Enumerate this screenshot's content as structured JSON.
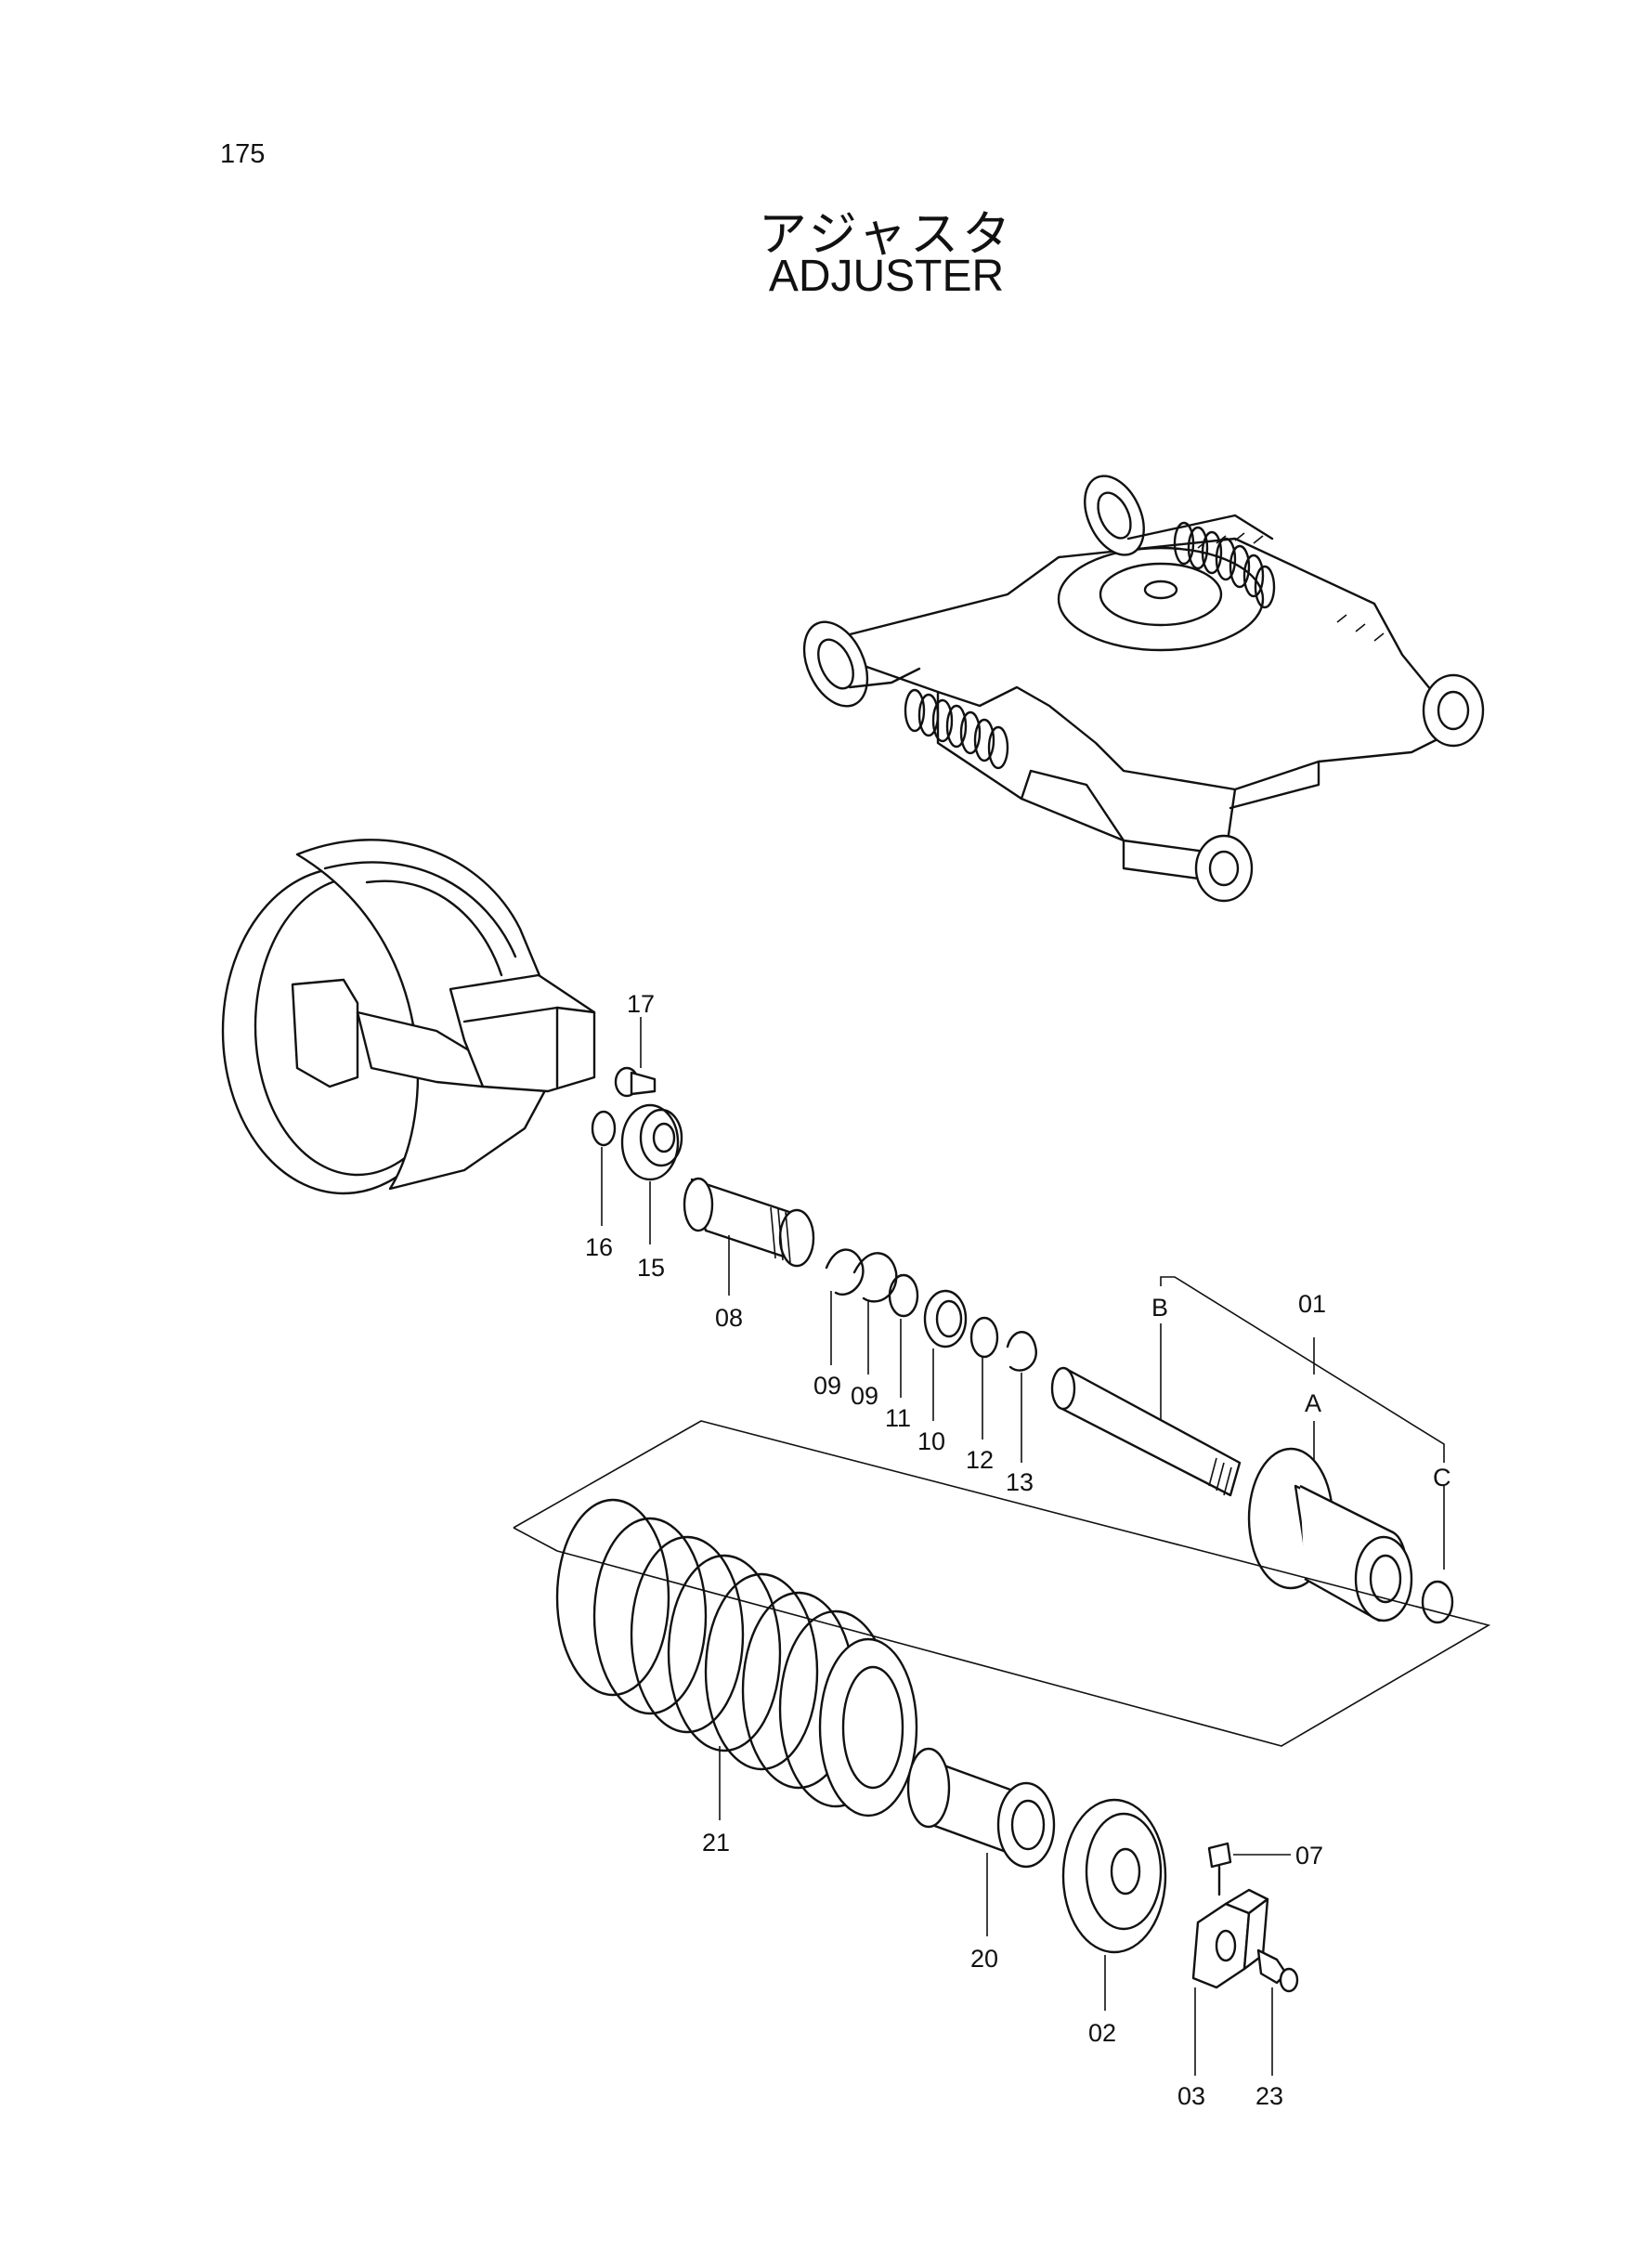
{
  "page_number": "175",
  "title_japanese": "アジャスタ",
  "title_english": "ADJUSTER",
  "labels": {
    "p01": "01",
    "p02": "02",
    "p03": "03",
    "p07": "07",
    "p08": "08",
    "p09a": "09",
    "p09b": "09",
    "p10": "10",
    "p11": "11",
    "p12": "12",
    "p13": "13",
    "p15": "15",
    "p16": "16",
    "p17": "17",
    "p20": "20",
    "p21": "21",
    "p23": "23",
    "ref_a": "A",
    "ref_b": "B",
    "ref_c": "C"
  }
}
